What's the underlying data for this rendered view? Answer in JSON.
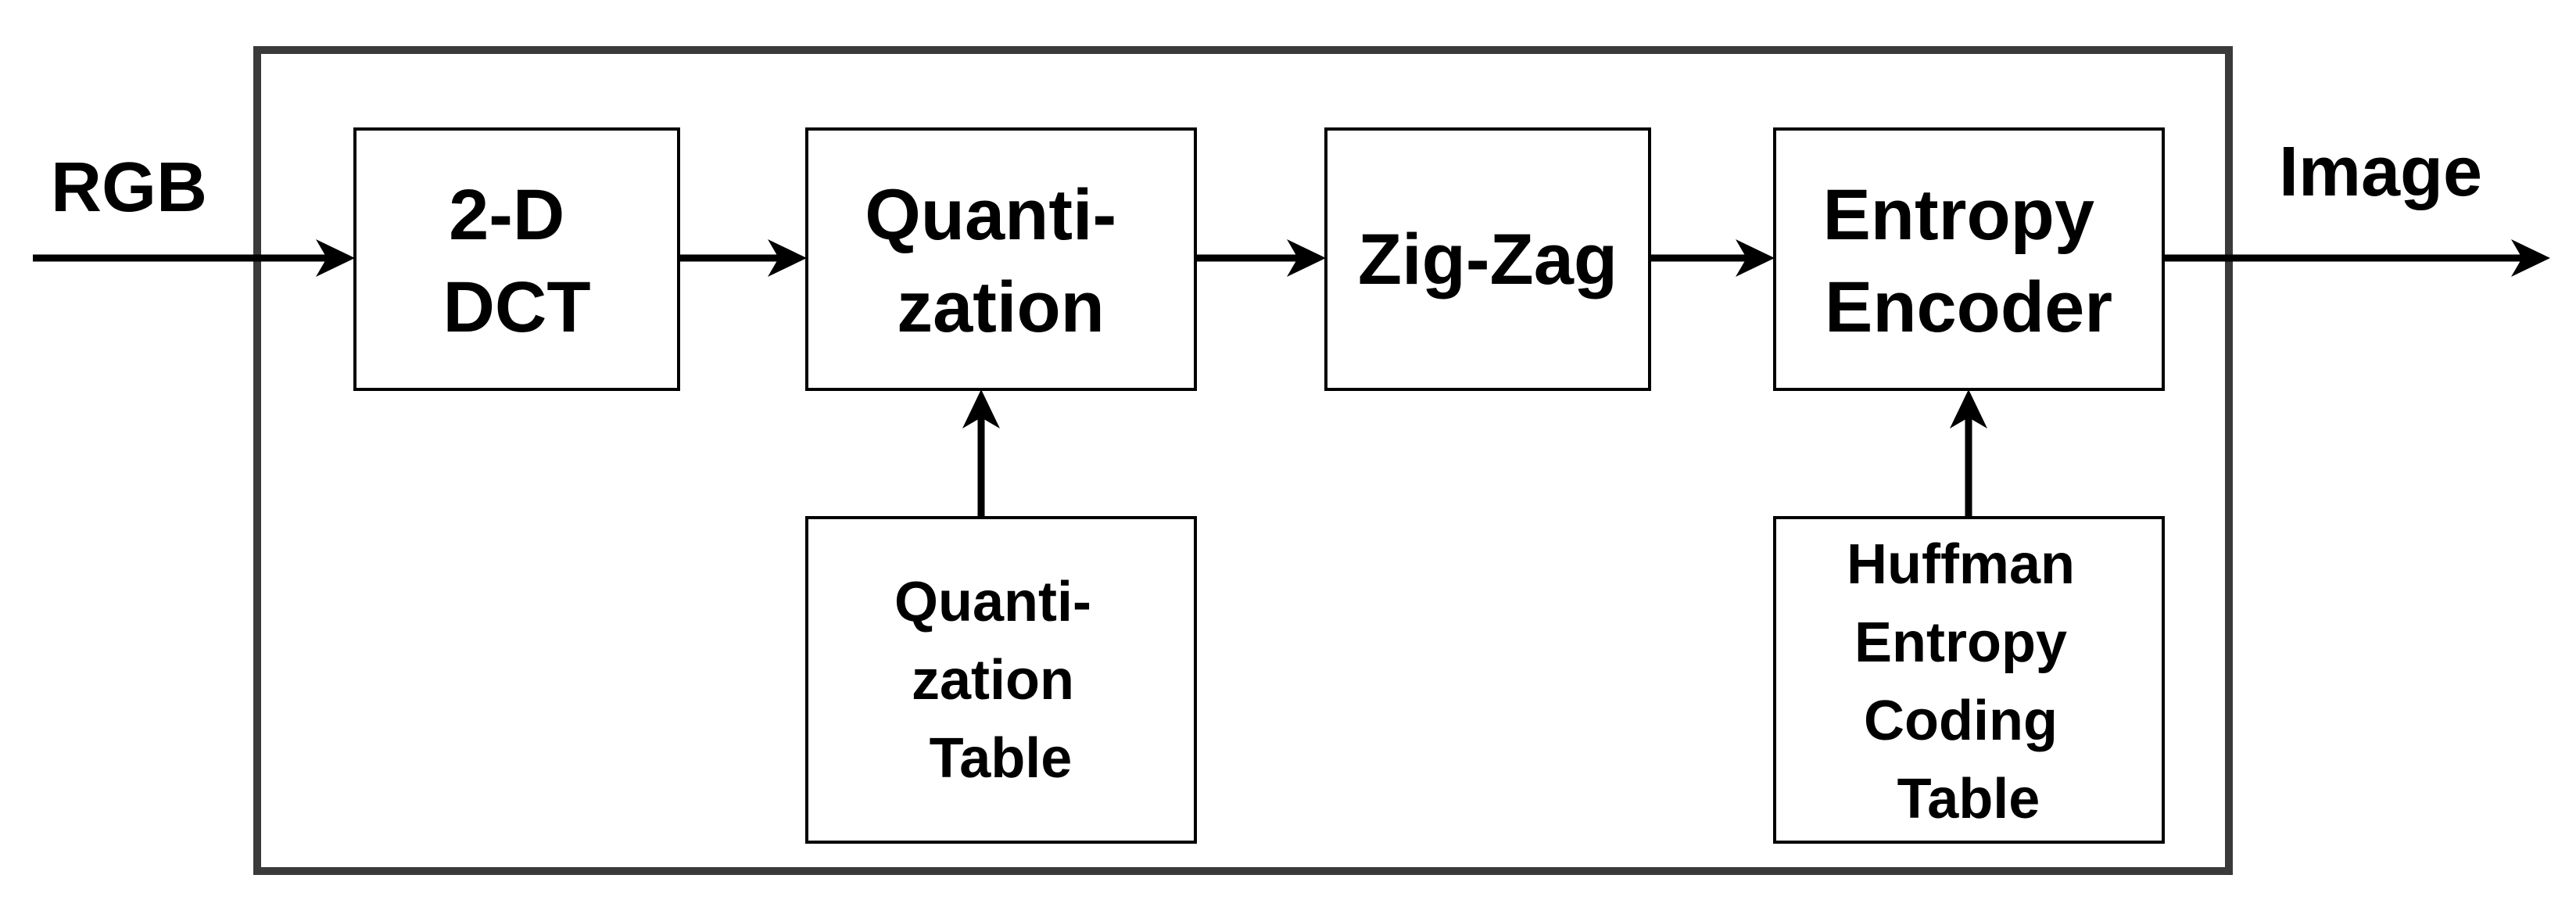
{
  "input_label": "RGB",
  "output_label": "Image",
  "blocks": {
    "dct": [
      "2-D",
      "DCT"
    ],
    "quantization": [
      "Quanti-",
      "zation"
    ],
    "zigzag": [
      "Zig-Zag"
    ],
    "entropy_encoder": [
      "Entropy",
      "Encoder"
    ],
    "quantization_table": [
      "Quanti-",
      "zation",
      "Table"
    ],
    "huffman_table": [
      "Huffman",
      "Entropy",
      "Coding",
      "Table"
    ]
  },
  "colors": {
    "stroke": "#000000",
    "outer_border": "#3a3a3a",
    "background": "#ffffff"
  }
}
